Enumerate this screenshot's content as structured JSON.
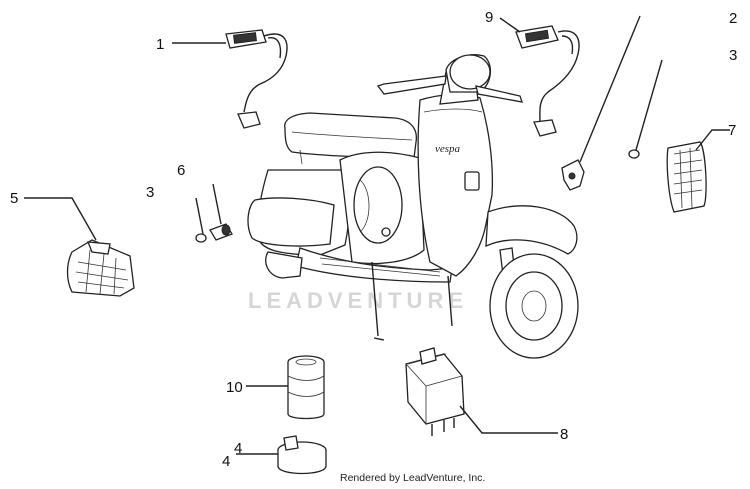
{
  "callouts": {
    "c1": "1",
    "c2": "2",
    "c3a": "3",
    "c3b": "3",
    "c4a": "4",
    "c4b": "4",
    "c5": "5",
    "c6": "6",
    "c7": "7",
    "c8": "8",
    "c9": "9",
    "c10": "10"
  },
  "scooter_badge": "vespa",
  "watermark": "LEADVENTURE",
  "credit": "Rendered by LeadVenture, Inc."
}
